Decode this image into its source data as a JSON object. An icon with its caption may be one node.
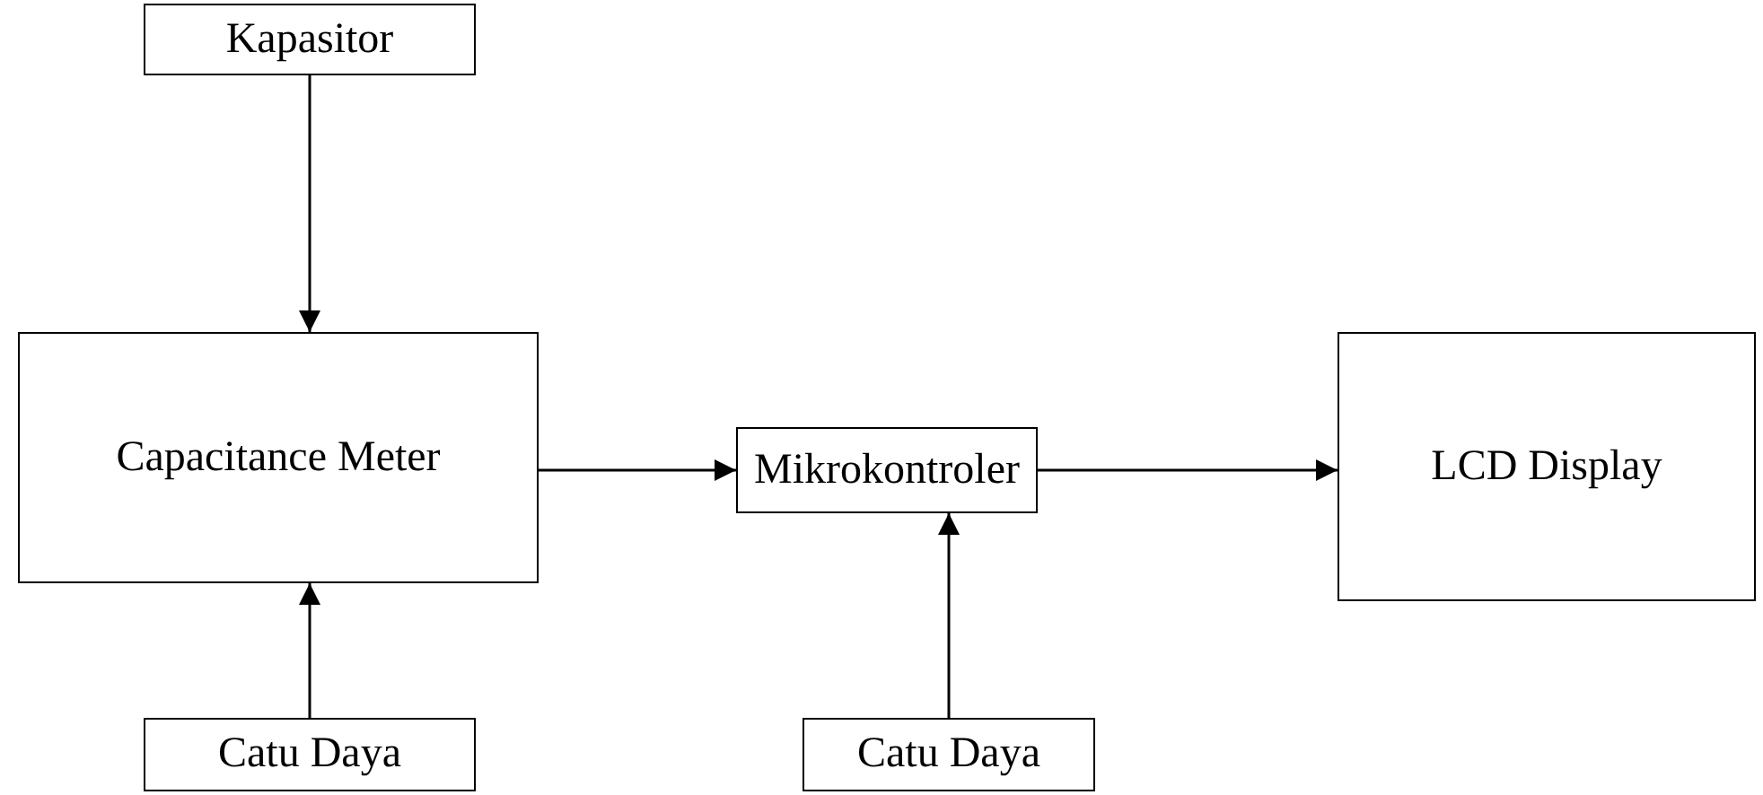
{
  "diagram": {
    "nodes": [
      {
        "text": [
          "Kapasitor"
        ]
      },
      {
        "text": [
          "Capacitance Meter"
        ]
      },
      {
        "text": [
          "Mikrokontroler"
        ]
      },
      {
        "text": [
          "LCD Display"
        ]
      },
      {
        "text": [
          "Catu Daya"
        ]
      },
      {
        "text": [
          "Catu Daya"
        ]
      }
    ],
    "edges": [
      {
        "from": 0,
        "to": 1,
        "arrow": "to"
      },
      {
        "from": 4,
        "to": 1,
        "arrow": "to"
      },
      {
        "from": 1,
        "to": 2,
        "arrow": "to"
      },
      {
        "from": 2,
        "to": 3,
        "arrow": "to"
      },
      {
        "from": 5,
        "to": 2,
        "arrow": "to"
      }
    ]
  }
}
